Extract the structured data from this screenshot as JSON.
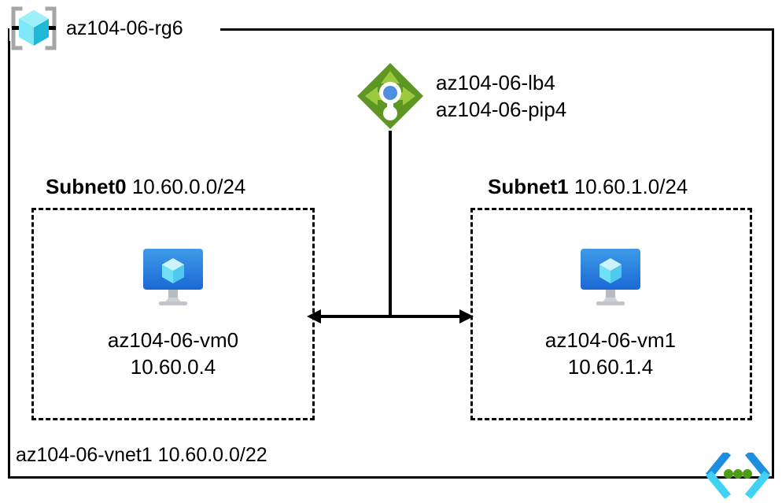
{
  "diagram": {
    "resource_group": {
      "name": "az104-06-rg6",
      "icon": "resource-group-cube-icon"
    },
    "load_balancer": {
      "icon": "load-balancer-icon",
      "label_line1": "az104-06-lb4",
      "label_line2": "az104-06-pip4"
    },
    "subnets": [
      {
        "name": "Subnet0",
        "cidr": "10.60.0.0/24",
        "vm": {
          "icon": "virtual-machine-icon",
          "name": "az104-06-vm0",
          "ip": "10.60.0.4"
        }
      },
      {
        "name": "Subnet1",
        "cidr": "10.60.1.0/24",
        "vm": {
          "icon": "virtual-machine-icon",
          "name": "az104-06-vm1",
          "ip": "10.60.1.4"
        }
      }
    ],
    "vnet": {
      "name": "az104-06-vnet1",
      "cidr": "10.60.0.0/22",
      "label": "az104-06-vnet1 10.60.0.0/22",
      "icon": "virtual-network-icon"
    },
    "connector": {
      "icon": "double-headed-arrow-icon"
    },
    "colors": {
      "border": "#000000",
      "rg_cube_light": "#9FEFFB",
      "rg_cube_mid": "#32D7F0",
      "rg_cube_dark": "#21B7D6",
      "rg_bracket": "#A6A6A6",
      "lb_diamond": "#5E9624",
      "lb_arrow": "#9BCB3C",
      "lb_dot": "#4F8FE0",
      "vm_screen_top": "#3E9BE8",
      "vm_screen_bottom": "#1B68D4",
      "vm_cube_light": "#CBF3FB",
      "vm_cube_mid": "#6FE0F5",
      "vm_stand": "#B8BCC0",
      "vnet_icon_blue": "#1E8FE0",
      "vnet_icon_cyan": "#3FD2F5",
      "vnet_icon_green": "#4C9C17"
    }
  }
}
